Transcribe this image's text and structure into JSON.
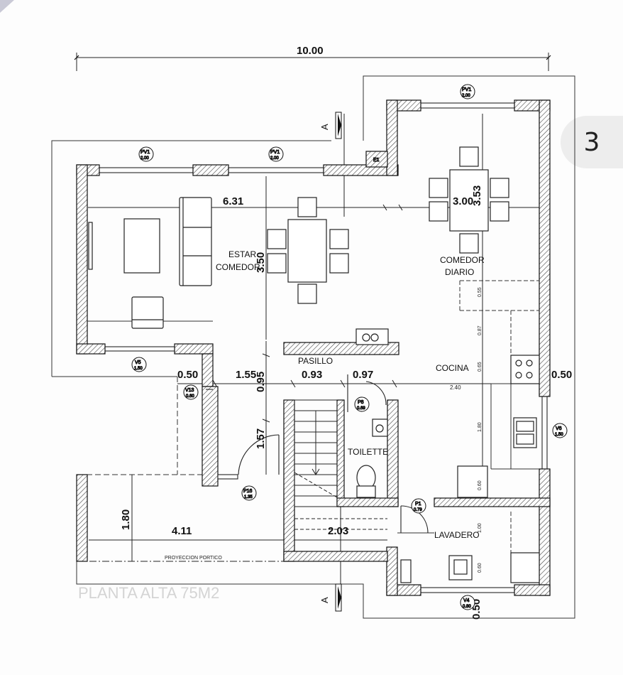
{
  "page_badge": "3",
  "dimensions": {
    "total_width": "10.00",
    "estar_width": "6.31",
    "estar_depth": "3.50",
    "comedor_width": "3.00",
    "comedor_depth": "3.53",
    "left_margin": "0.50",
    "seg_1": "1.55",
    "seg_2": "0.93",
    "seg_3": "0.97",
    "right_margin": "0.50",
    "pasillo_depth": "0.95",
    "entry_depth": "1.57",
    "portico_depth": "1.80",
    "portico_width": "4.11",
    "stair_width": "2.03",
    "bottom_margin": "0.50",
    "cocina_width": "2.40",
    "kitchen_dims": [
      "0.55",
      "0.87",
      "0.65",
      "1.80",
      "0.60"
    ],
    "lavadero_dims": [
      "1.00",
      "0.60"
    ]
  },
  "rooms": {
    "estar_line1": "ESTAR",
    "estar_line2": "COMEDOR",
    "comedor_line1": "COMEDOR",
    "comedor_line2": "DIARIO",
    "pasillo": "PASILLO",
    "cocina": "COCINA",
    "toilette": "TOILETTE",
    "lavadero": "LAVADERO",
    "proyeccion": "PROYECCION PORTICO",
    "planta_alta": "PLANTA ALTA 75M2"
  },
  "section_marker": "A",
  "tags": {
    "pv1_top_name": "PV1",
    "pv1_top_size": "2.00",
    "pv1_a_name": "PV1",
    "pv1_a_size": "2.00",
    "pv1_b_name": "PV1",
    "pv1_b_size": "2.00",
    "v5_name": "V5",
    "v5_size": "1.50",
    "v13_name": "V13",
    "v13_size": "0.60",
    "p8_name": "P8",
    "p8_size": "0.69",
    "p16_name": "P16",
    "p16_size": "1.35",
    "p1_name": "P1",
    "p1_size": "0.79",
    "v6_name": "V6",
    "v6_size": "1.50",
    "v4_name": "V4",
    "v4_size": "0.80",
    "e1": "E1"
  }
}
